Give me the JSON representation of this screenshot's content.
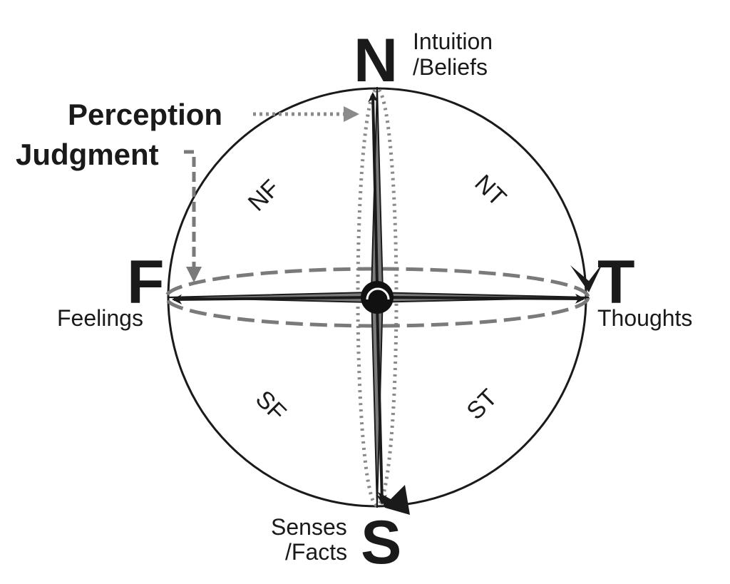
{
  "poles": {
    "north": {
      "letter": "N",
      "line1": "Intuition",
      "line2": "/Beliefs"
    },
    "south": {
      "letter": "S",
      "line1": "Senses",
      "line2": "/Facts"
    },
    "west": {
      "letter": "F",
      "line1": "Feelings"
    },
    "east": {
      "letter": "T",
      "line1": "Thoughts"
    }
  },
  "quadrants": {
    "nf": "NF",
    "nt": "NT",
    "sf": "SF",
    "st": "ST"
  },
  "legend": {
    "perception": "Perception",
    "judgment": "Judgment"
  },
  "colors": {
    "ink": "#1a1a1a",
    "perception_axis": "#8a8a8a",
    "judgment_axis": "#7a7a7a",
    "hub": "#111111"
  }
}
